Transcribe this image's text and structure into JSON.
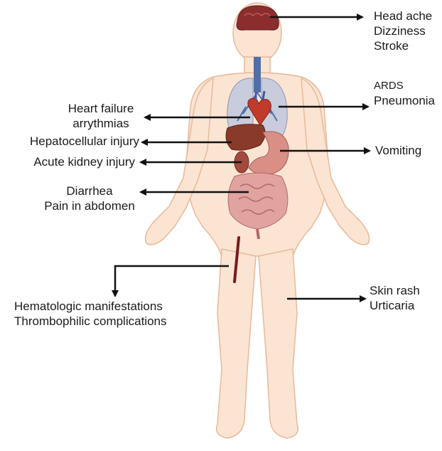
{
  "labels": {
    "head": [
      "Head ache",
      "Dizziness",
      "Stroke"
    ],
    "lungs": [
      "ARDS",
      "Pneumonia"
    ],
    "heart": [
      "Heart failure",
      "arrythmias"
    ],
    "liver": [
      "Hepatocellular injury"
    ],
    "kidney": [
      "Acute kidney injury"
    ],
    "stomach": [
      "Vomiting"
    ],
    "intestine": [
      "Diarrhea",
      "Pain in abdomen"
    ],
    "blood": [
      "Hematologic manifestations",
      "Thrombophilic complications"
    ],
    "skin": [
      "Skin rash",
      "Urticaria"
    ]
  },
  "colors": {
    "skin": "#fbe4d2",
    "skin_outline": "#e8b89a",
    "lungs": "#c9ccdc",
    "airway": "#4f6fa8",
    "heart": "#c23a2b",
    "liver": "#8a3a2a",
    "stomach": "#d98e86",
    "intestine": "#e0a3a0",
    "brain": "#8c2d2d",
    "vessel": "#7a1b1b",
    "arrow": "#111111"
  }
}
